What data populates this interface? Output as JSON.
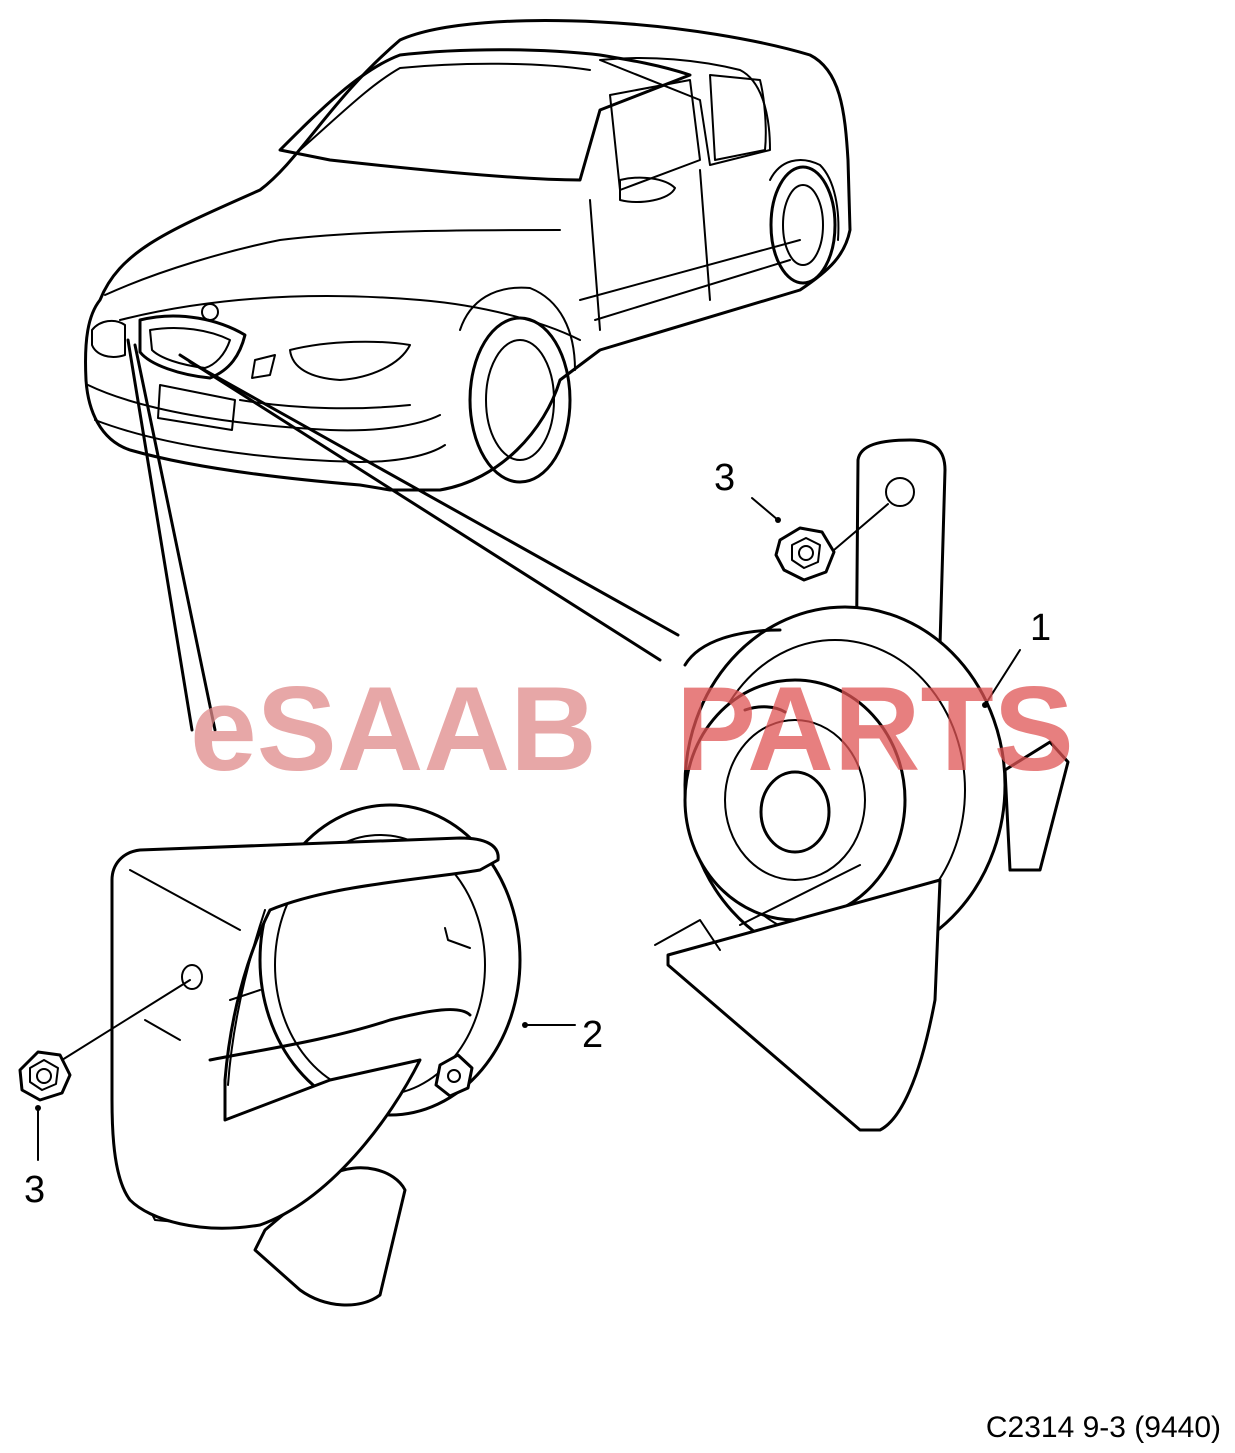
{
  "callouts": {
    "part_1": "1",
    "part_2": "2",
    "part_3_upper": "3",
    "part_3_lower": "3"
  },
  "watermark": {
    "prefix": "eSAAB",
    "suffix": "PARTS",
    "colors": {
      "prefix": "#e08a8a",
      "suffix": "#e05555"
    }
  },
  "figure_code": "C2314 9-3 (9440)",
  "icons": [
    "car-icon",
    "horn-icon",
    "nut-icon"
  ]
}
